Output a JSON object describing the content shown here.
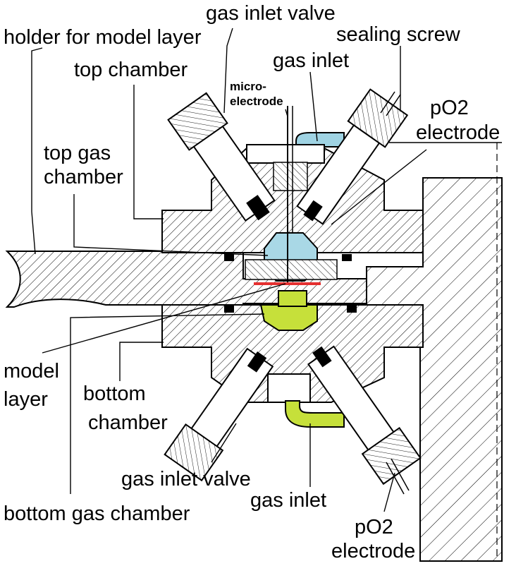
{
  "labels": {
    "holder_for_model_layer": "holder for model layer",
    "gas_inlet_valve_top": "gas inlet valve",
    "sealing_screw": "sealing screw",
    "top_chamber": "top chamber",
    "gas_inlet_top": "gas inlet",
    "microelectrode_line1": "micro-",
    "microelectrode_line2": "electrode",
    "po2_electrode_top_line1": "pO2",
    "po2_electrode_top_line2": "electrode",
    "top_gas_chamber_line1": "top gas",
    "top_gas_chamber_line2": "chamber",
    "model_layer_line1": "model",
    "model_layer_line2": "layer",
    "bottom_chamber_line1": "bottom",
    "bottom_chamber_line2": "chamber",
    "gas_inlet_valve_bottom": "gas inlet valve",
    "gas_inlet_bottom": "gas inlet",
    "bottom_gas_chamber": "bottom gas chamber",
    "po2_electrode_bottom_line1": "pO2",
    "po2_electrode_bottom_line2": "electrode"
  },
  "colors": {
    "top_gas_chamber": "#a9d8e6",
    "bottom_gas_chamber": "#c6e03a",
    "top_gas_inlet_tube": "#9fd3e3",
    "bottom_gas_inlet_tube": "#c6e03a",
    "model_layer": "#e53030"
  }
}
